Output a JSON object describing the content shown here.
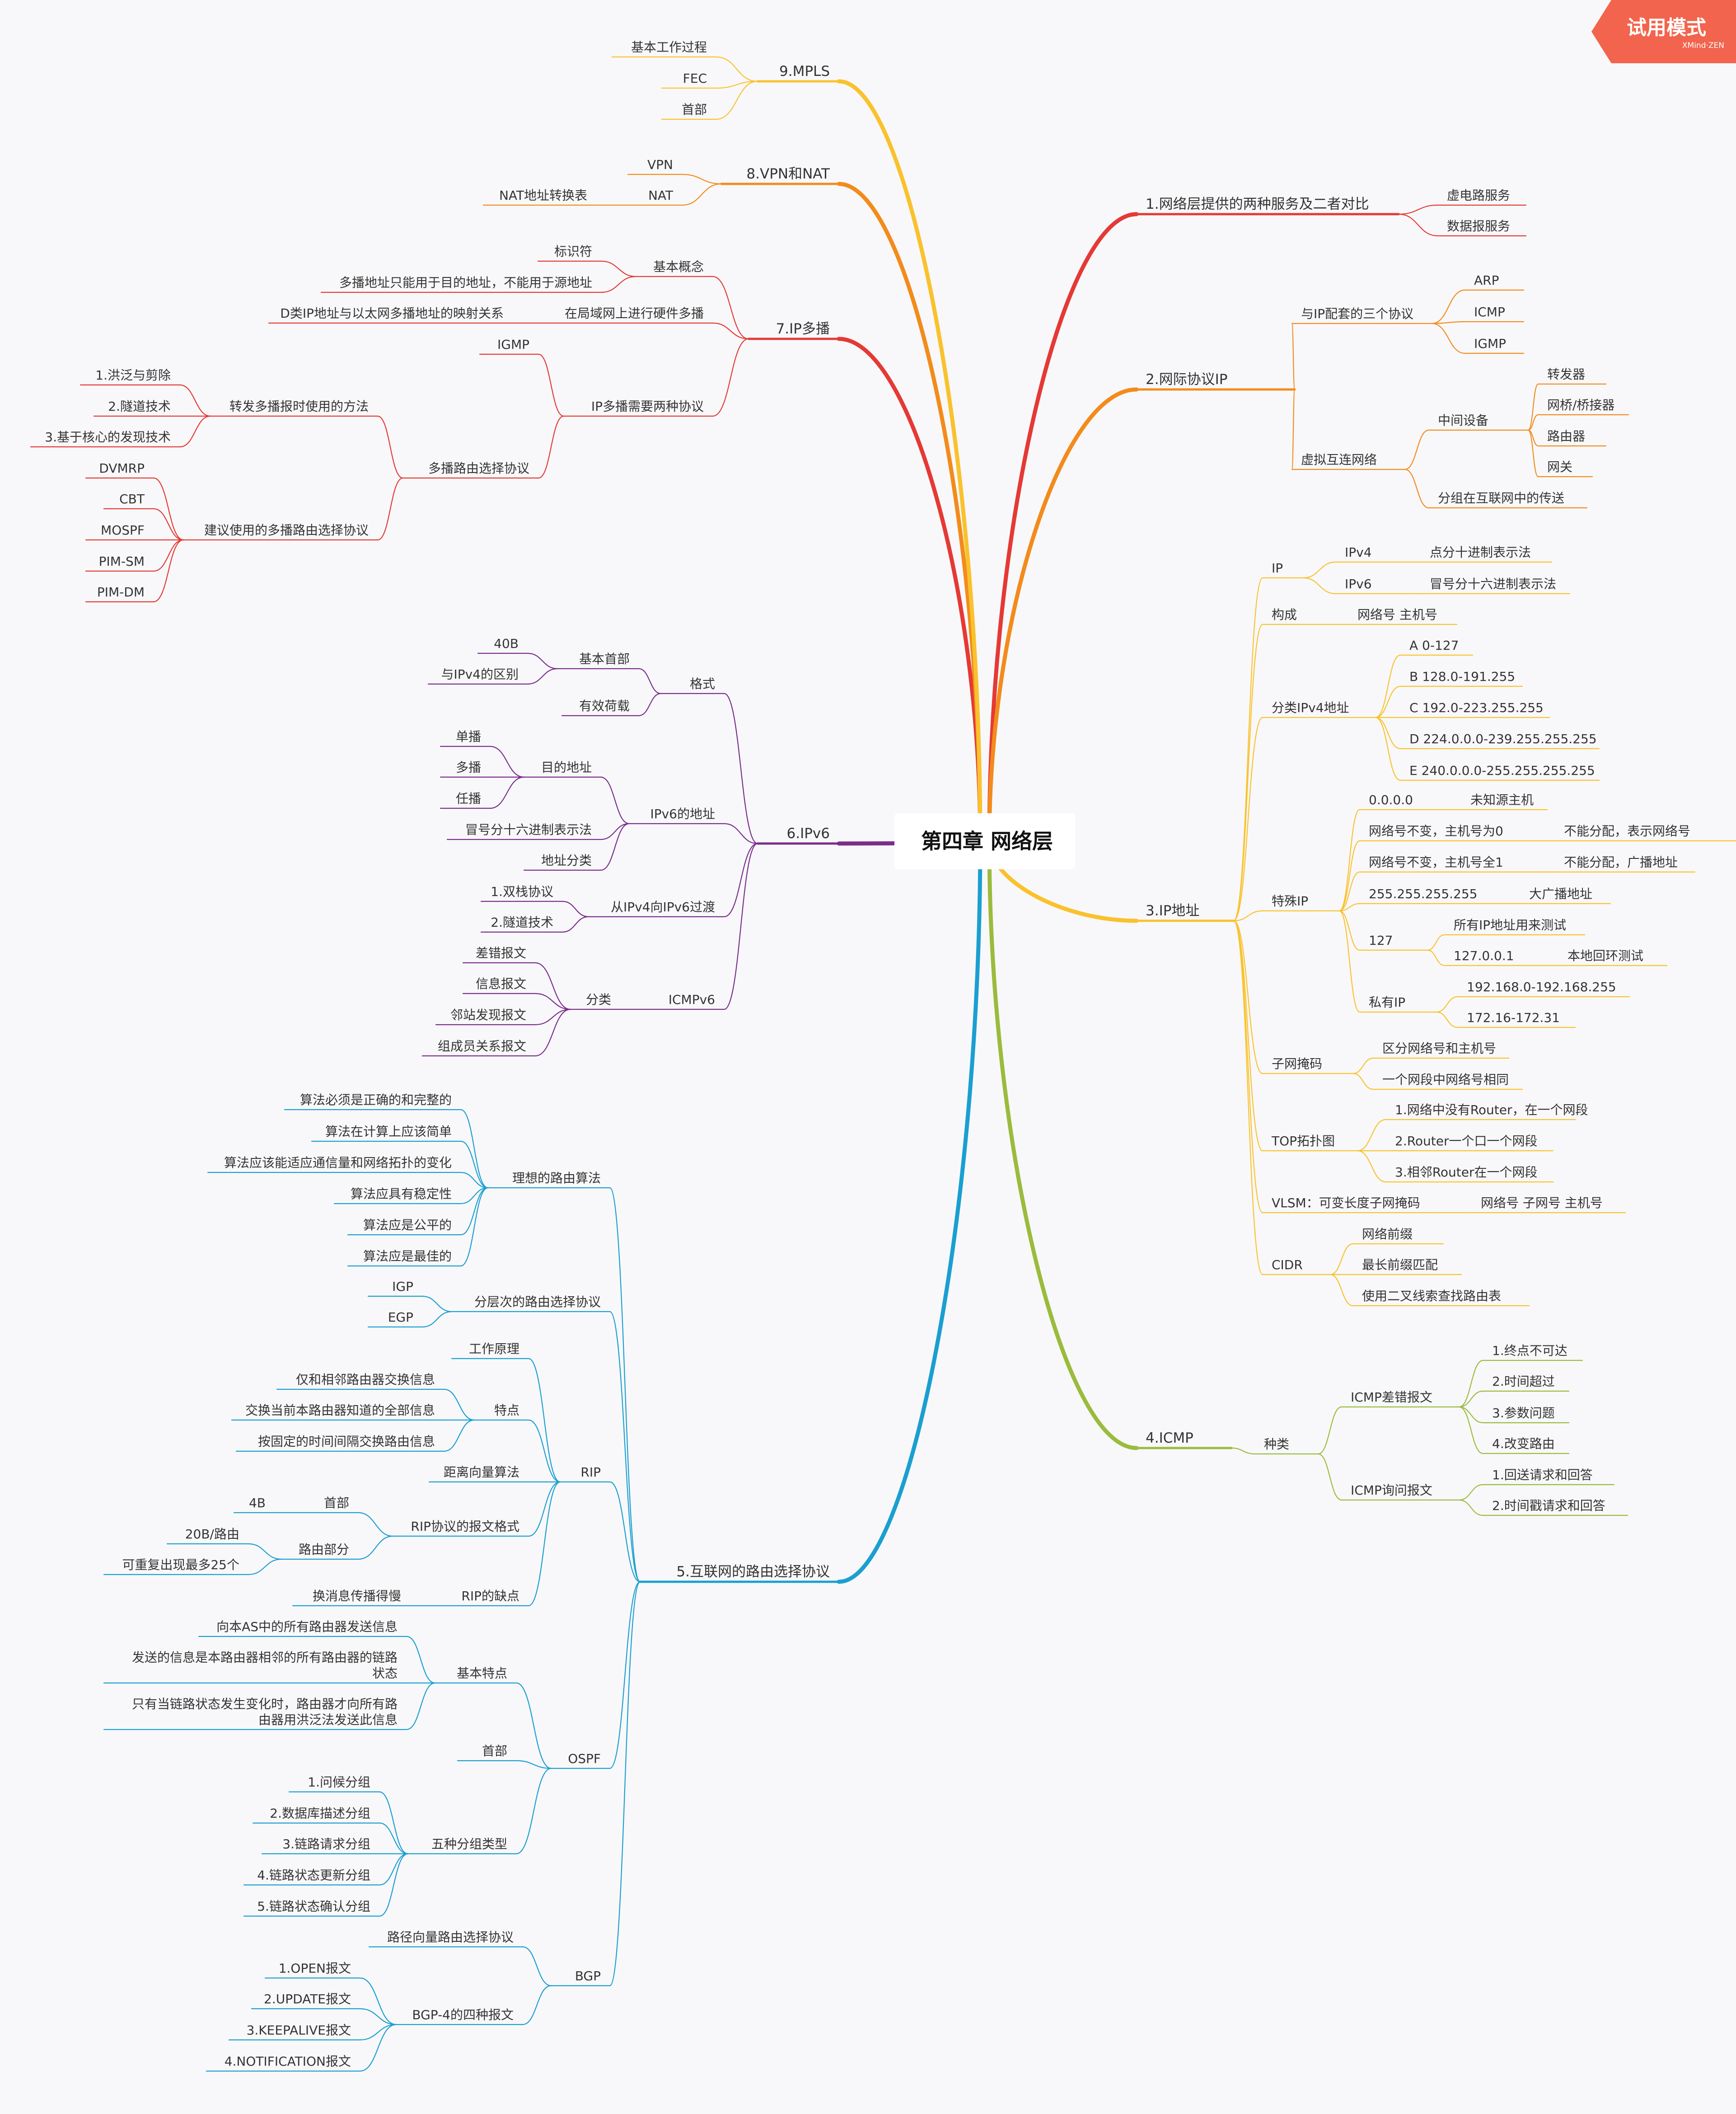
{
  "center": "第四章 网络层",
  "badge": {
    "title": "试用模式",
    "subtitle": "XMind·ZEN"
  },
  "colors": {
    "b1": "#e53935",
    "b2": "#f38b1b",
    "b3": "#f9c22d",
    "b4": "#9bbb3c",
    "b5": "#1a9fd0",
    "b6": "#7b2d8b",
    "b7": "#e53935",
    "b8": "#f38b1b",
    "b9": "#f9c22d",
    "badge": "#f2644d"
  },
  "branches": {
    "b1": {
      "label": "1.网络层提供的两种服务及二者对比",
      "c": [
        "虚电路服务",
        "数据报服务"
      ]
    },
    "b2": {
      "label": "2.网际协议IP",
      "g1": {
        "label": "与IP配套的三个协议",
        "c": [
          "ARP",
          "ICMP",
          "IGMP"
        ]
      },
      "g2": {
        "label": "虚拟互连网络",
        "g1": {
          "label": "中间设备",
          "c": [
            "转发器",
            "网桥/桥接器",
            "路由器",
            "网关"
          ]
        },
        "c2": "分组在互联网中的传送"
      }
    },
    "b3": {
      "label": "3.IP地址",
      "ip": {
        "label": "IP",
        "v4": "IPv4",
        "v4d": "点分十进制表示法",
        "v6": "IPv6",
        "v6d": "冒号分十六进制表示法"
      },
      "gc": {
        "label": "构成",
        "c": "网络号 主机号"
      },
      "cls": {
        "label": "分类IPv4地址",
        "c": [
          "A 0-127",
          "B 128.0-191.255",
          "C 192.0-223.255.255",
          "D 224.0.0.0-239.255.255.255",
          "E 240.0.0.0-255.255.255.255"
        ]
      },
      "sp": {
        "label": "特殊IP",
        "r1": [
          "0.0.0.0",
          "未知源主机"
        ],
        "r2": [
          "网络号不变，主机号为0",
          "不能分配，表示网络号"
        ],
        "r3": [
          "网络号不变，主机号全1",
          "不能分配，广播地址"
        ],
        "r4": [
          "255.255.255.255",
          "大广播地址"
        ],
        "r5": {
          "label": "127",
          "a": "所有IP地址用来测试",
          "b": "127.0.0.1",
          "bd": "本地回环测试"
        },
        "r6": {
          "label": "私有IP",
          "c": [
            "192.168.0-192.168.255",
            "172.16-172.31"
          ]
        }
      },
      "mask": {
        "label": "子网掩码",
        "c": [
          "区分网络号和主机号",
          "一个网段中网络号相同"
        ]
      },
      "top": {
        "label": "TOP拓扑图",
        "c": [
          "1.网络中没有Router，在一个网段",
          "2.Router一个口一个网段",
          "3.相邻Router在一个网段"
        ]
      },
      "vlsm": {
        "label": "VLSM：可变长度子网掩码",
        "c": "网络号 子网号 主机号"
      },
      "cidr": {
        "label": "CIDR",
        "c": [
          "网络前缀",
          "最长前缀匹配",
          "使用二叉线索查找路由表"
        ]
      }
    },
    "b4": {
      "label": "4.ICMP",
      "kind": {
        "label": "种类",
        "err": {
          "label": "ICMP差错报文",
          "c": [
            "1.终点不可达",
            "2.时间超过",
            "3.参数问题",
            "4.改变路由"
          ]
        },
        "qry": {
          "label": "ICMP询问报文",
          "c": [
            "1.回送请求和回答",
            "2.时间戳请求和回答"
          ]
        }
      }
    },
    "b5": {
      "label": "5.互联网的路由选择协议",
      "ideal": {
        "label": "理想的路由算法",
        "c": [
          "算法必须是正确的和完整的",
          "算法在计算上应该简单",
          "算法应该能适应通信量和网络拓扑的变化",
          "算法应具有稳定性",
          "算法应是公平的",
          "算法应是最佳的"
        ]
      },
      "hier": {
        "label": "分层次的路由选择协议",
        "c": [
          "IGP",
          "EGP"
        ]
      },
      "rip": {
        "label": "RIP",
        "work": "工作原理",
        "feat": {
          "label": "特点",
          "c": [
            "仅和相邻路由器交换信息",
            "交换当前本路由器知道的全部信息",
            "按固定的时间间隔交换路由信息"
          ]
        },
        "dv": "距离向量算法",
        "fmt": {
          "label": "RIP协议的报文格式",
          "h": "首部",
          "hc": "4B",
          "r": "路由部分",
          "rc": [
            "20B/路由",
            "可重复出现最多25个"
          ]
        },
        "weak": {
          "label": "RIP的缺点",
          "c": "换消息传播得慢"
        }
      },
      "ospf": {
        "label": "OSPF",
        "basic": {
          "label": "基本特点",
          "c": [
            "向本AS中的所有路由器发送信息",
            "发送的信息是本路由器相邻的所有路由器的链路",
            "状态",
            "只有当链路状态发生变化时，路由器才向所有路",
            "由器用洪泛法发送此信息"
          ]
        },
        "head": "首部",
        "five": {
          "label": "五种分组类型",
          "c": [
            "1.问候分组",
            "2.数据库描述分组",
            "3.链路请求分组",
            "4.链路状态更新分组",
            "5.链路状态确认分组"
          ]
        }
      },
      "bgp": {
        "label": "BGP",
        "pv": "路径向量路由选择协议",
        "four": {
          "label": "BGP-4的四种报文",
          "c": [
            "1.OPEN报文",
            "2.UPDATE报文",
            "3.KEEPALIVE报文",
            "4.NOTIFICATION报文"
          ]
        }
      }
    },
    "b6": {
      "label": "6.IPv6",
      "fmt": {
        "label": "格式",
        "base": {
          "label": "基本首部",
          "c": [
            "40B",
            "与IPv4的区别"
          ]
        },
        "payload": "有效荷载"
      },
      "addr": {
        "label": "IPv6的地址",
        "dst": {
          "label": "目的地址",
          "c": [
            "单播",
            "多播",
            "任播"
          ]
        },
        "c": [
          "冒号分十六进制表示法",
          "地址分类"
        ]
      },
      "trans": {
        "label": "从IPv4向IPv6过渡",
        "c": [
          "1.双栈协议",
          "2.隧道技术"
        ]
      },
      "icmp": {
        "label": "ICMPv6",
        "cat": {
          "label": "分类",
          "c": [
            "差错报文",
            "信息报文",
            "邻站发现报文",
            "组成员关系报文"
          ]
        }
      }
    },
    "b7": {
      "label": "7.IP多播",
      "basic": {
        "label": "基本概念",
        "c": [
          "标识符",
          "多播地址只能用于目的地址，不能用于源地址"
        ]
      },
      "hw": {
        "label": "在局域网上进行硬件多播",
        "c": "D类IP地址与以太网多播地址的映射关系"
      },
      "two": {
        "label": "IP多播需要两种协议",
        "igmp": "IGMP",
        "mr": {
          "label": "多播路由选择协议",
          "fw": {
            "label": "转发多播报时使用的方法",
            "c": [
              "1.洪泛与剪除",
              "2.隧道技术",
              "3.基于核心的发现技术"
            ]
          },
          "rec": {
            "label": "建议使用的多播路由选择协议",
            "c": [
              "DVMRP",
              "CBT",
              "MOSPF",
              "PIM-SM",
              "PIM-DM"
            ]
          }
        }
      }
    },
    "b8": {
      "label": "8.VPN和NAT",
      "vpn": "VPN",
      "nat": "NAT",
      "natc": "NAT地址转换表"
    },
    "b9": {
      "label": "9.MPLS",
      "c": [
        "基本工作过程",
        "FEC",
        "首部"
      ]
    }
  }
}
